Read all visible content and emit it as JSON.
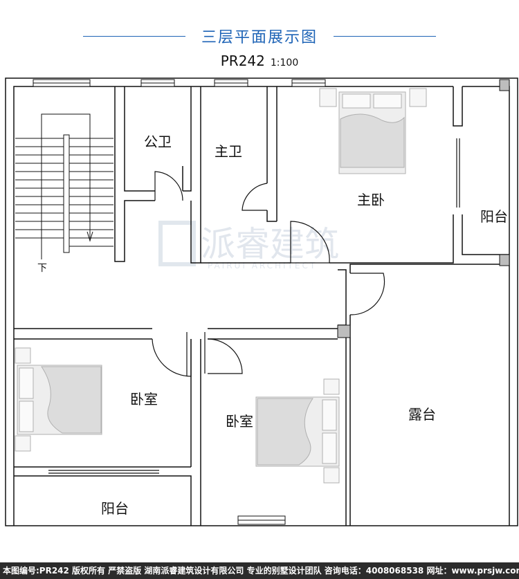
{
  "header": {
    "title": "三层平面展示图",
    "code": "PR242",
    "scale": "1:100"
  },
  "rooms": {
    "public_bath": "公卫",
    "master_bath": "主卫",
    "master_bedroom": "主卧",
    "balcony_right": "阳台",
    "bedroom_left": "卧室",
    "bedroom_mid": "卧室",
    "terrace": "露台",
    "balcony_bottom": "阳台",
    "stair_down": "下"
  },
  "watermark": {
    "brand": "派睿建筑",
    "sub": "PAIRUI ARCHITECT"
  },
  "footer": {
    "text": "本图编号:PR242 版权所有 严禁盗版 湖南派睿建筑设计有限公司 专业的别墅设计团队 咨询电话：4008068538 网址：www.prsjw.com"
  },
  "colors": {
    "accent": "#1d63b6",
    "wall": "#111111",
    "furniture": "#b8b8b8",
    "footer_bg": "#2c2c2c"
  }
}
